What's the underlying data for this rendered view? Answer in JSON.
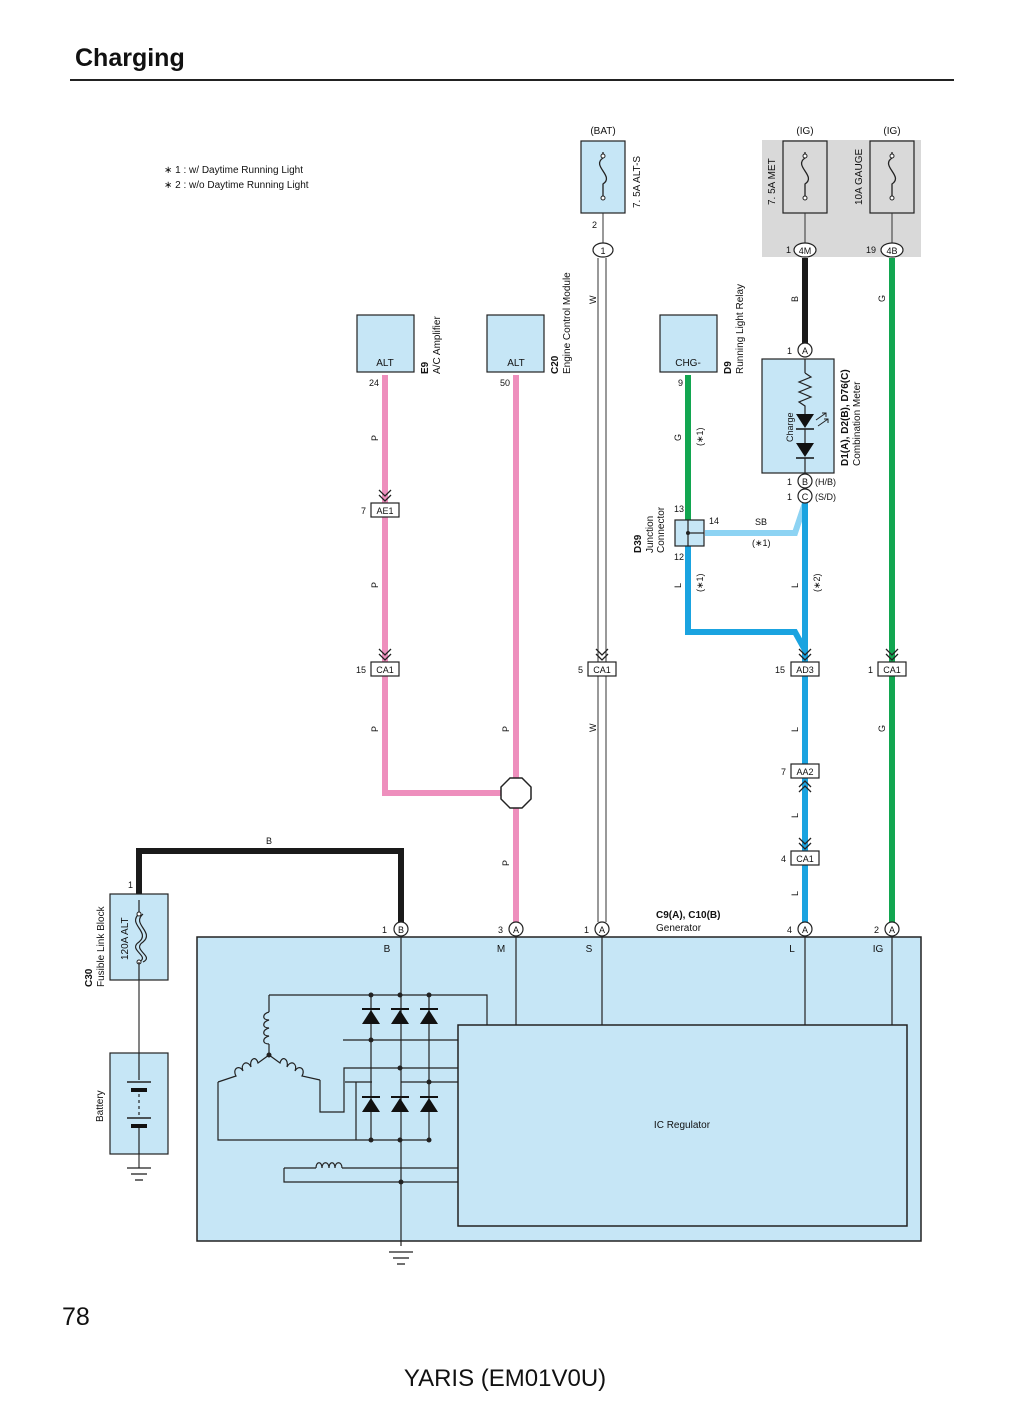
{
  "page": {
    "title": "Charging",
    "page_number": "78",
    "footer": "YARIS (EM01V0U)"
  },
  "notes": [
    "∗ 1 : w/ Daytime Running Light",
    "∗ 2 : w/o Daytime Running Light"
  ],
  "colors": {
    "component_fill": "#c6e6f6",
    "meter_box_fill": "#d9d9d9",
    "wire_pink": "#ee8fbd",
    "wire_black": "#1a1a1a",
    "wire_green": "#12a650",
    "wire_blue": "#1aa3e0",
    "wire_sky": "#8dd3f3"
  },
  "power_sources": {
    "bat": "(BAT)",
    "ig_met": "(IG)",
    "ig_gauge": "(IG)"
  },
  "fuses": {
    "alt_s": "7. 5A ALT-S",
    "met": "7. 5A MET",
    "gauge": "10A GAUGE",
    "fusible_link": "120A ALT"
  },
  "components": {
    "e9": {
      "id": "E9",
      "name": "A/C Amplifier",
      "terminal": "ALT",
      "pin": "24"
    },
    "c20": {
      "id": "C20",
      "name": "Engine Control Module",
      "terminal": "ALT",
      "pin": "50"
    },
    "d9": {
      "id": "D9",
      "name": "Running Light Relay",
      "terminal": "CHG-",
      "pin": "9"
    },
    "d39": {
      "id": "D39",
      "name_line1": "Junction",
      "name_line2": "Connector"
    },
    "meter": {
      "id": "D1(A), D2(B), D76(C)",
      "name": "Combination Meter",
      "lamp": "Charge"
    },
    "c30": {
      "id": "C30",
      "name": "Fusible Link Block"
    },
    "battery": {
      "name": "Battery"
    },
    "generator": {
      "id": "C9(A), C10(B)",
      "name": "Generator",
      "regulator": "IC Regulator"
    }
  },
  "generator_terminals": [
    "B",
    "M",
    "S",
    "L",
    "IG"
  ],
  "generator_pins": {
    "b": {
      "num": "1",
      "conn": "B"
    },
    "m": {
      "num": "3",
      "conn": "A"
    },
    "s": {
      "num": "1",
      "conn": "A"
    },
    "l": {
      "num": "4",
      "conn": "A"
    },
    "ig": {
      "num": "2",
      "conn": "A"
    }
  },
  "pins": {
    "alt_s_out": "2",
    "alt_s_circle": "1",
    "met_num": "1",
    "met_conn": "4M",
    "gauge_num": "19",
    "gauge_conn": "4B",
    "meter_a_num": "1",
    "meter_a_conn": "A",
    "meter_b_num": "1",
    "meter_b_conn": "B",
    "meter_b_note": "(H/B)",
    "meter_c_num": "1",
    "meter_c_conn": "C",
    "meter_c_note": "(S/D)",
    "d39_13": "13",
    "d39_14": "14",
    "d39_12": "12",
    "fl_in": "1"
  },
  "connectors": {
    "ae1": {
      "num": "7",
      "name": "AE1"
    },
    "ca1_p": {
      "num": "15",
      "name": "CA1"
    },
    "ca1_w": {
      "num": "5",
      "name": "CA1"
    },
    "ad3": {
      "num": "15",
      "name": "AD3"
    },
    "ca1_g": {
      "num": "1",
      "name": "CA1"
    },
    "aa2": {
      "num": "7",
      "name": "AA2"
    },
    "ca1_l": {
      "num": "4",
      "name": "CA1"
    }
  },
  "wire_labels": {
    "p": "P",
    "w": "W",
    "b": "B",
    "g": "G",
    "l": "L",
    "sb": "SB"
  },
  "variant_tags": {
    "d9_g": "(∗1)",
    "sb": "(∗1)",
    "left_l": "(∗1)",
    "right_l": "(∗2)"
  }
}
